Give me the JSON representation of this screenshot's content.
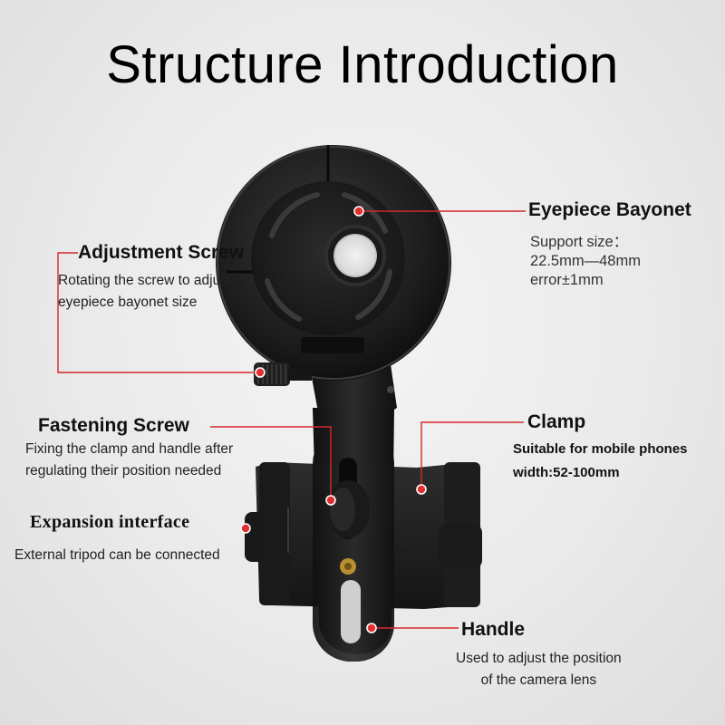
{
  "title": "Structure Introduction",
  "callouts": {
    "eyepiece_bayonet": {
      "title": "Eyepiece Bayonet",
      "lines": [
        "Support size：",
        "22.5mm—48mm",
        "error±1mm"
      ]
    },
    "adjustment_screw": {
      "title": "Adjustment Screw",
      "lines": [
        "Rotating the screw to adjust",
        "eyepiece bayonet size"
      ]
    },
    "fastening_screw": {
      "title": "Fastening Screw",
      "lines": [
        "Fixing the clamp and handle after",
        "regulating their position needed"
      ]
    },
    "clamp": {
      "title": "Clamp",
      "lines": [
        "Suitable for mobile phones",
        "width:52-100mm"
      ]
    },
    "expansion_interface": {
      "title": "Expansion interface",
      "lines": [
        "External tripod can be connected"
      ]
    },
    "handle": {
      "title": "Handle",
      "lines": [
        "Used to adjust the position",
        "of the camera lens"
      ]
    }
  },
  "colors": {
    "leader_line": "#d8262b",
    "marker_fill": "#e03030",
    "product_body": "#1b1b1b"
  }
}
